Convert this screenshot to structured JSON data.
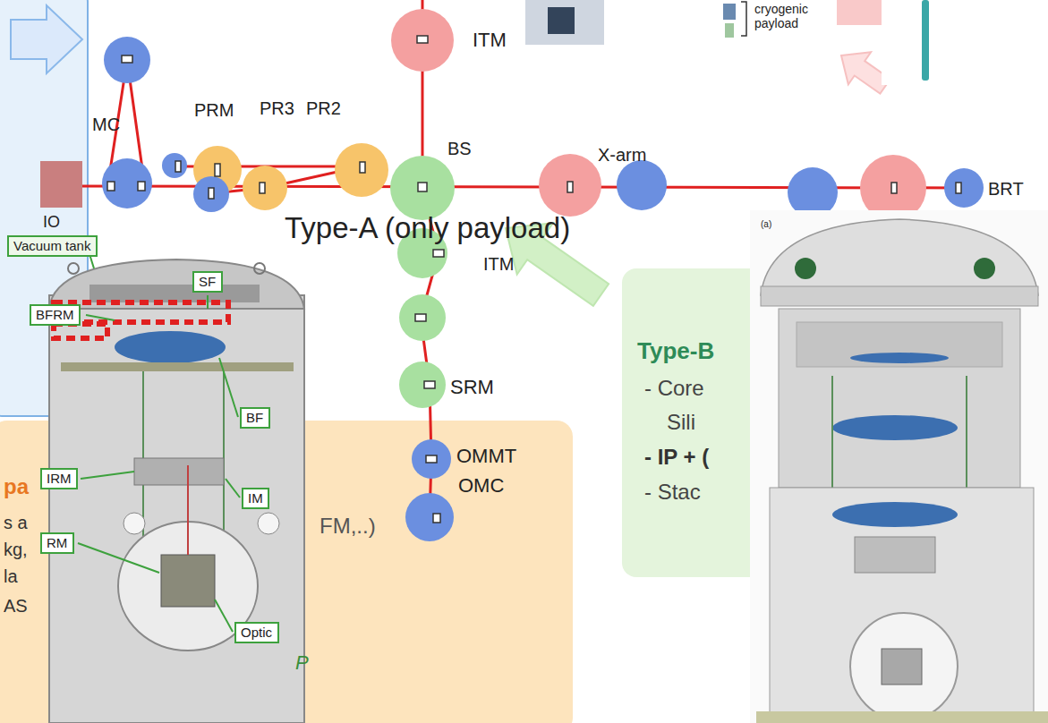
{
  "diagram": {
    "nodes": [
      {
        "text": [
          "Vacuum tank"
        ]
      },
      {
        "text": [
          "SF"
        ]
      },
      {
        "text": [
          "BFRM"
        ]
      },
      {
        "text": [
          "BF"
        ]
      },
      {
        "text": [
          "IRM"
        ]
      },
      {
        "text": [
          "IM"
        ]
      },
      {
        "text": [
          "RM"
        ]
      },
      {
        "text": [
          "Optic"
        ]
      },
      {
        "text": [
          "pa",
          "s a",
          "kg,",
          "la",
          "AS",
          "FM,..)"
        ]
      },
      {
        "text": [
          "Type-B",
          "- Core",
          "Sili",
          "- IP + (",
          "- Stac"
        ]
      }
    ],
    "labels": [
      "ITM",
      "cryogenic",
      "payload",
      "MC",
      "PRM",
      "PR3",
      "PR2",
      "BS",
      "X-arm",
      "BRT",
      "IO",
      "Type-A (only payload)",
      "ITM",
      "SRM",
      "OMMT",
      "OMC",
      "P",
      "(a)"
    ]
  }
}
